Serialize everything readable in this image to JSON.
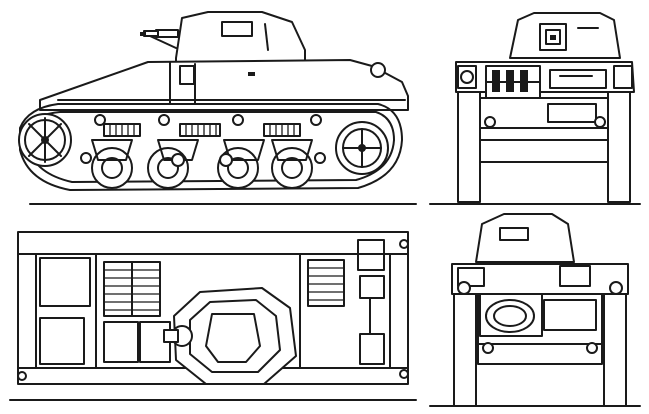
{
  "drawing": {
    "views": [
      {
        "key": "side",
        "label": ""
      },
      {
        "key": "front",
        "label": ""
      },
      {
        "key": "top",
        "label": ""
      },
      {
        "key": "rear",
        "label": ""
      }
    ],
    "colors": {
      "line": "#1a1a1a",
      "background": "#ffffff"
    }
  }
}
